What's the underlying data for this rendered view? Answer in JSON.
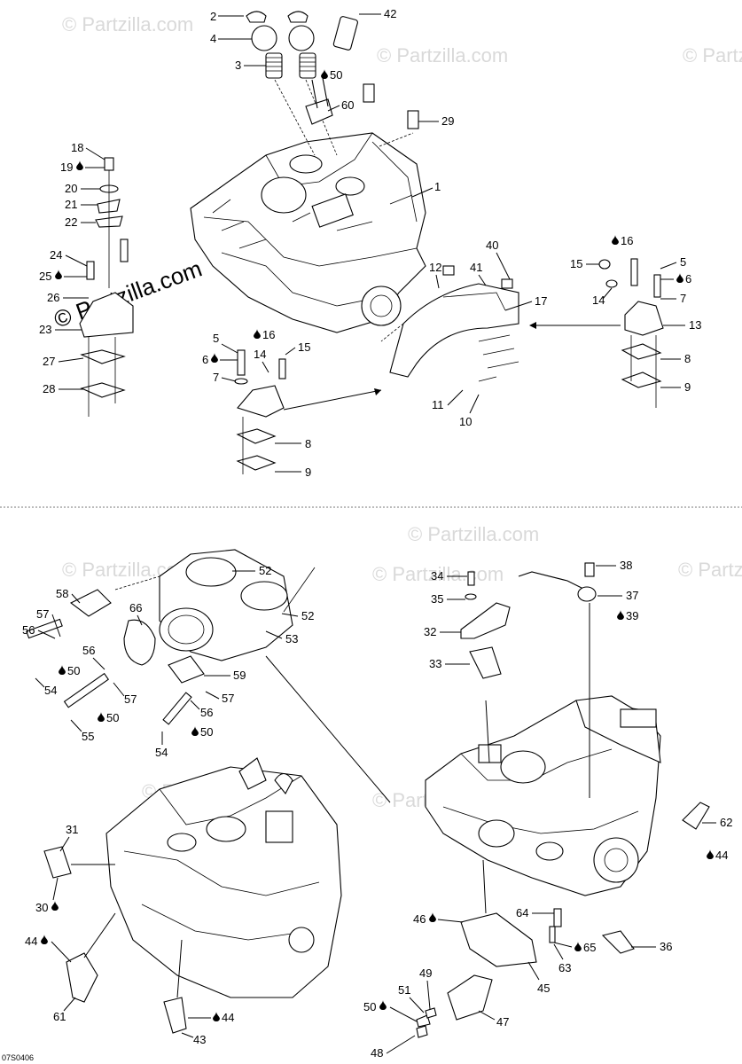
{
  "watermark": {
    "brand": "© Partzilla.com",
    "feature": "© Partzilla.com"
  },
  "diagram_ref": "07S0406",
  "callouts": {
    "c2": "2",
    "c42": "42",
    "c4": "4",
    "c3": "3",
    "c50a": "50",
    "c60": "60",
    "c29": "29",
    "c1": "1",
    "c18": "18",
    "c19": "19",
    "c20": "20",
    "c21": "21",
    "c22": "22",
    "c24": "24",
    "c25": "25",
    "c26": "26",
    "c23": "23",
    "c27": "27",
    "c28": "28",
    "c40": "40",
    "c12": "12",
    "c41": "41",
    "c17": "17",
    "c16a": "16",
    "c15a": "15",
    "c5a": "5",
    "c6a": "6",
    "c14a": "14",
    "c7a": "7",
    "c13": "13",
    "c8a": "8",
    "c9a": "9",
    "c5b": "5",
    "c16b": "16",
    "c15b": "15",
    "c6b": "6",
    "c14b": "14",
    "c7b": "7",
    "c8b": "8",
    "c9b": "9",
    "c11": "11",
    "c10": "10",
    "c52a": "52",
    "c52b": "52",
    "c53": "53",
    "c58": "58",
    "c66": "66",
    "c57a": "57",
    "c56a": "56",
    "c50b": "50",
    "c54a": "54",
    "c56b": "56",
    "c57b": "57",
    "c59": "59",
    "c57c": "57",
    "c56c": "56",
    "c55": "55",
    "c50c": "50",
    "c50d": "50",
    "c54b": "54",
    "c34": "34",
    "c35": "35",
    "c32": "32",
    "c33": "33",
    "c38": "38",
    "c37": "37",
    "c39": "39",
    "c62": "62",
    "c44a": "44",
    "c31": "31",
    "c30": "30",
    "c44b": "44",
    "c61": "61",
    "c43": "43",
    "c44c": "44",
    "c46": "46",
    "c64": "64",
    "c65": "65",
    "c36": "36",
    "c63": "63",
    "c45": "45",
    "c49": "49",
    "c51": "51",
    "c50e": "50",
    "c47": "47",
    "c48": "48"
  }
}
